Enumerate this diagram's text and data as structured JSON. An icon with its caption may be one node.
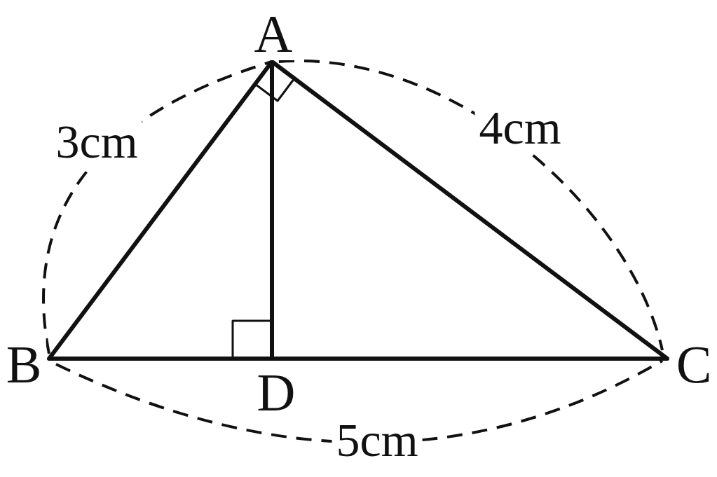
{
  "diagram": {
    "labels": [
      "A",
      "3cm",
      "4cm",
      "B",
      "C",
      "D",
      "5cm"
    ]
  }
}
